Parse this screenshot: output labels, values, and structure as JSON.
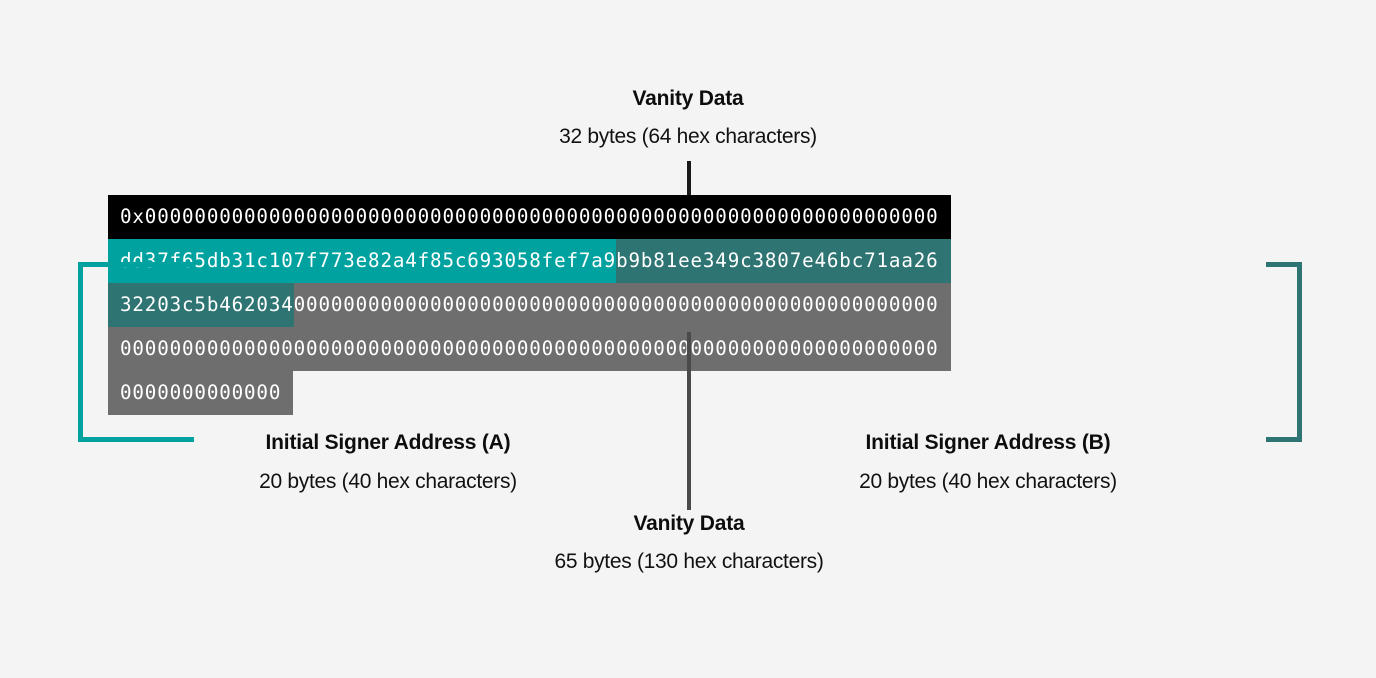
{
  "diagram": {
    "background_color": "#f4f4f4",
    "top_callout": {
      "title": "Vanity Data",
      "subtitle": "32 bytes (64 hex characters)"
    },
    "bottom_callout": {
      "title": "Vanity Data",
      "subtitle": "65 bytes (130 hex characters)"
    },
    "left_bracket_label": {
      "title": "Initial Signer Address (A)",
      "subtitle": "20 bytes (40 hex characters)",
      "color": "#00a29f"
    },
    "right_bracket_label": {
      "title": "Initial Signer Address (B)",
      "subtitle": "20 bytes (40 hex characters)",
      "color": "#2d7472"
    },
    "colors": {
      "vanity_32": "#000000",
      "signer_a": "#00a29f",
      "signer_b": "#2d7472",
      "vanity_65": "#6e6e6e",
      "text": "#ffffff"
    },
    "hex_rows": [
      {
        "segments": [
          {
            "text": "0x0000000000000000000000000000000000000000000000000000000000000000",
            "color_name": "vanity_32",
            "class": "seg-black"
          }
        ]
      },
      {
        "segments": [
          {
            "text": "dd37f65db31c107f773e82a4f85c693058fef7a9",
            "color_name": "signer_a",
            "class": "seg-teal"
          },
          {
            "text": "b9b81ee349c3807e46bc71aa26",
            "color_name": "signer_b",
            "class": "seg-dteal"
          }
        ]
      },
      {
        "segments": [
          {
            "text": "32203c5b462034",
            "color_name": "signer_b",
            "class": "seg-dteal"
          },
          {
            "text": "0000000000000000000000000000000000000000000000000000",
            "color_name": "vanity_65",
            "class": "seg-gray"
          }
        ]
      },
      {
        "segments": [
          {
            "text": "000000000000000000000000000000000000000000000000000000000000000000",
            "color_name": "vanity_65",
            "class": "seg-gray"
          }
        ]
      },
      {
        "segments": [
          {
            "text": "0000000000000",
            "color_name": "vanity_65",
            "class": "seg-gray"
          }
        ]
      }
    ]
  }
}
